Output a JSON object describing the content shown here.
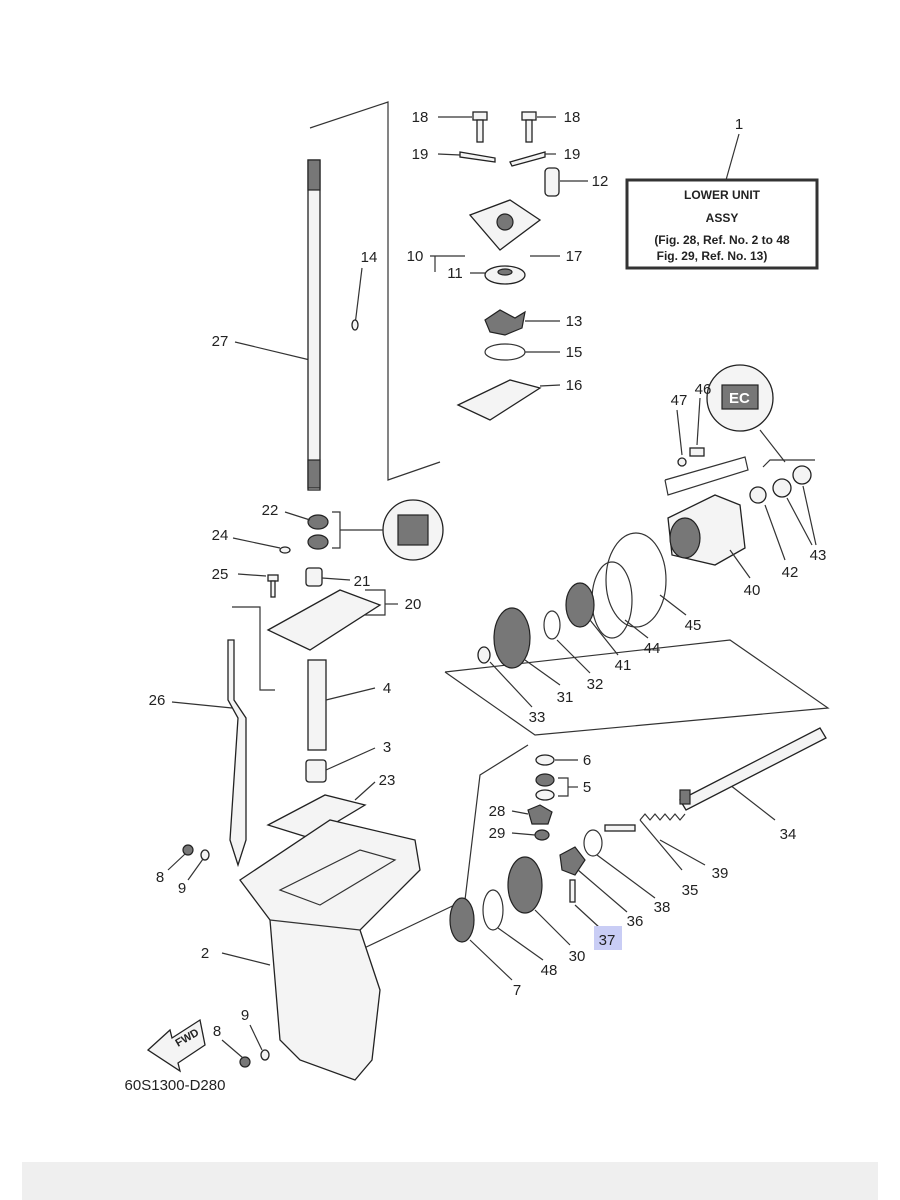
{
  "callouts": [
    "18",
    "18",
    "19",
    "19",
    "12",
    "1",
    "10",
    "11",
    "17",
    "14",
    "27",
    "13",
    "15",
    "16",
    "46",
    "47",
    "22",
    "24",
    "21",
    "25",
    "20",
    "43",
    "42",
    "40",
    "45",
    "44",
    "41",
    "32",
    "31",
    "33",
    "4",
    "26",
    "3",
    "23",
    "6",
    "5",
    "28",
    "29",
    "34",
    "39",
    "35",
    "38",
    "36",
    "8",
    "9",
    "37",
    "30",
    "48",
    "2",
    "7",
    "9",
    "8"
  ],
  "assy_box": {
    "line1": "LOWER UNIT",
    "line2": "ASSY",
    "line3": "(Fig. 28, Ref. No. 2 to 48",
    "line4": "Fig. 29, Ref. No. 13)"
  },
  "fwd_label": "FWD",
  "ec_label": "EC",
  "drawing_code": "60S1300-D280",
  "highlight_color": "#c9cdf5"
}
